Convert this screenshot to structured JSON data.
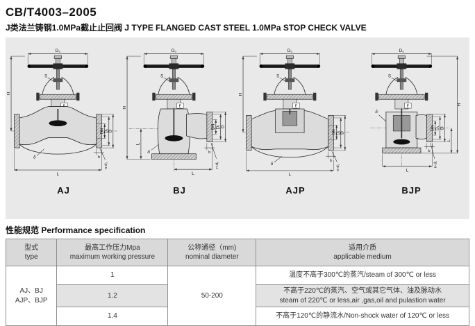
{
  "page": {
    "title": "CB/T4003–2005",
    "subtitle": "J类法兰铸钢1.0MPa截止止回阀 J TYPE FLANGED CAST STEEL 1.0MPa STOP CHECK VALVE"
  },
  "drawings": {
    "dims": {
      "D0": "D₀",
      "H": "H",
      "S": "S",
      "E": "E",
      "DN": "DN",
      "D1": "D₁",
      "D": "D",
      "L": "L",
      "b": "b",
      "nd1": "n-d₁",
      "delta": "δ"
    },
    "valves": [
      {
        "label": "AJ",
        "type": "globe"
      },
      {
        "label": "BJ",
        "type": "angle"
      },
      {
        "label": "AJP",
        "type": "globe-piston"
      },
      {
        "label": "BJP",
        "type": "angle-piston"
      }
    ]
  },
  "spec_section": {
    "heading": "性能规范 Performance specification",
    "table": {
      "headers": [
        {
          "zh": "型式",
          "en": "type"
        },
        {
          "zh": "最高工作压力Mpa",
          "en": "maximum working pressure"
        },
        {
          "zh": "公称通径（mm)",
          "en": "nominal diameter"
        },
        {
          "zh": "适用介质",
          "en": "applicable medium"
        }
      ],
      "type_cell": {
        "line1": "AJ、BJ",
        "line2": "AJP、BJP"
      },
      "diameter_cell": "50-200",
      "rows": [
        {
          "pressure": "1",
          "medium_zh": "温度不高于300℃的蒸汽/steam of 300℃  or less",
          "medium_en": ""
        },
        {
          "pressure": "1.2",
          "medium_zh": "不高于220℃的蒸汽、空气或其它气体、油及脉动水",
          "medium_en": "steam of 220℃ or less,air ,gas,oil and pulastion water"
        },
        {
          "pressure": "1.4",
          "medium_zh": "不高于120℃的静流水/Non-shock water of 120℃  or less",
          "medium_en": ""
        }
      ]
    }
  }
}
